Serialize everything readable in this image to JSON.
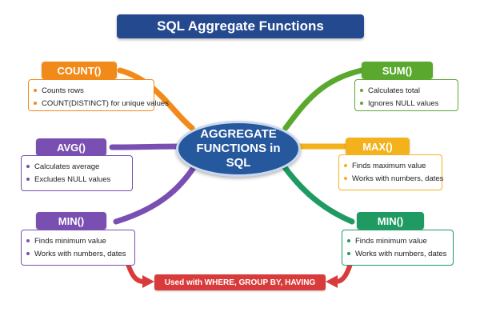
{
  "title": "SQL Aggregate Functions",
  "center": {
    "label": "AGGREGATE\nFUNCTIONS in\nSQL"
  },
  "colors": {
    "title": "#24498f",
    "center": "#26589d",
    "count": "#f28a1a",
    "avg": "#7a4fb2",
    "min_left": "#7a4fb2",
    "sum": "#5aa92e",
    "max": "#f3b21b",
    "min_right": "#1f9a63",
    "footer": "#d93b3b"
  },
  "nodes": {
    "count": {
      "label": "COUNT()",
      "items": [
        "Counts rows",
        "COUNT(DISTINCT) for unique values"
      ]
    },
    "avg": {
      "label": "AVG()",
      "items": [
        "Calculates average",
        "Excludes NULL values"
      ]
    },
    "min_left": {
      "label": "MIN()",
      "items": [
        "Finds minimum value",
        "Works with numbers, dates"
      ]
    },
    "sum": {
      "label": "SUM()",
      "items": [
        "Calculates total",
        "Ignores NULL values"
      ]
    },
    "max": {
      "label": "MAX()",
      "items": [
        "Finds maximum value",
        "Works with numbers, dates"
      ]
    },
    "min_right": {
      "label": "MIN()",
      "items": [
        "Finds minimum value",
        "Works with numbers, dates"
      ]
    }
  },
  "footer": {
    "label": "Used with WHERE, GROUP BY, HAVING"
  }
}
